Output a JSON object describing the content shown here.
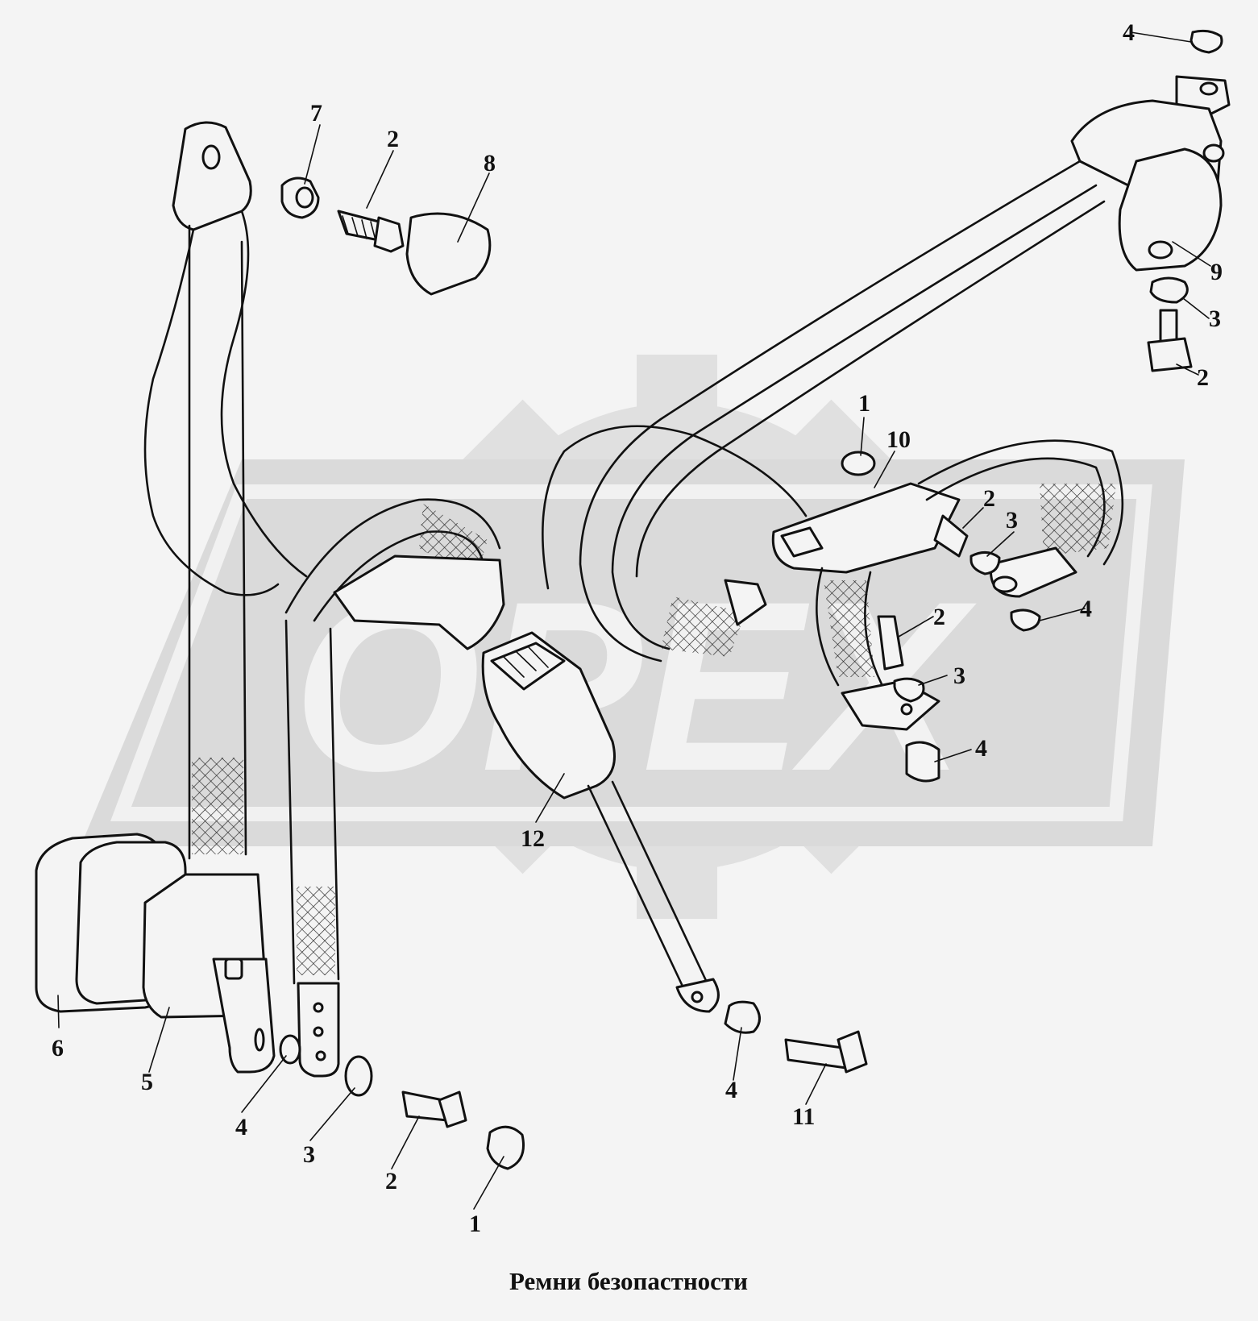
{
  "caption": "Ремни безопастности",
  "callouts": [
    {
      "id": "c1-top",
      "text": "1"
    },
    {
      "id": "c1-bottom",
      "text": "1"
    },
    {
      "id": "c2-a",
      "text": "2"
    },
    {
      "id": "c2-b",
      "text": "2"
    },
    {
      "id": "c2-c",
      "text": "2"
    },
    {
      "id": "c2-d",
      "text": "2"
    },
    {
      "id": "c2-e",
      "text": "2"
    },
    {
      "id": "c3-a",
      "text": "3"
    },
    {
      "id": "c3-b",
      "text": "3"
    },
    {
      "id": "c3-c",
      "text": "3"
    },
    {
      "id": "c3-d",
      "text": "3"
    },
    {
      "id": "c4-a",
      "text": "4"
    },
    {
      "id": "c4-b",
      "text": "4"
    },
    {
      "id": "c4-c",
      "text": "4"
    },
    {
      "id": "c4-d",
      "text": "4"
    },
    {
      "id": "c4-e",
      "text": "4"
    },
    {
      "id": "c5",
      "text": "5"
    },
    {
      "id": "c6",
      "text": "6"
    },
    {
      "id": "c7",
      "text": "7"
    },
    {
      "id": "c8",
      "text": "8"
    },
    {
      "id": "c9",
      "text": "9"
    },
    {
      "id": "c10",
      "text": "10"
    },
    {
      "id": "c11",
      "text": "11"
    },
    {
      "id": "c12",
      "text": "12"
    }
  ],
  "watermark": {
    "text": "OPEX",
    "color": "#d9d9d9"
  }
}
